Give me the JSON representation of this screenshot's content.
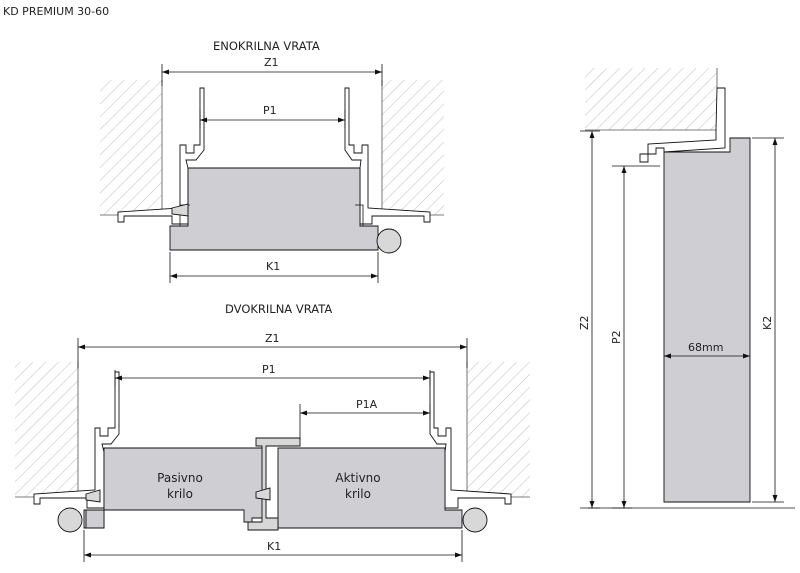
{
  "title": "KD PREMIUM 30-60",
  "single_door": {
    "heading": "ENOKRILNA VRATA",
    "label_z": "Z1",
    "label_p": "P1",
    "label_k": "K1"
  },
  "double_door": {
    "heading": "DVOKRILNA VRATA",
    "label_z": "Z1",
    "label_p": "P1",
    "label_pa": "P1A",
    "label_k": "K1",
    "passive_leaf": [
      "Pasivno",
      "krilo"
    ],
    "active_leaf": [
      "Aktivno",
      "krilo"
    ]
  },
  "vertical_section": {
    "label_z": "Z2",
    "label_p": "P2",
    "label_k": "K2",
    "thickness": "68mm"
  }
}
